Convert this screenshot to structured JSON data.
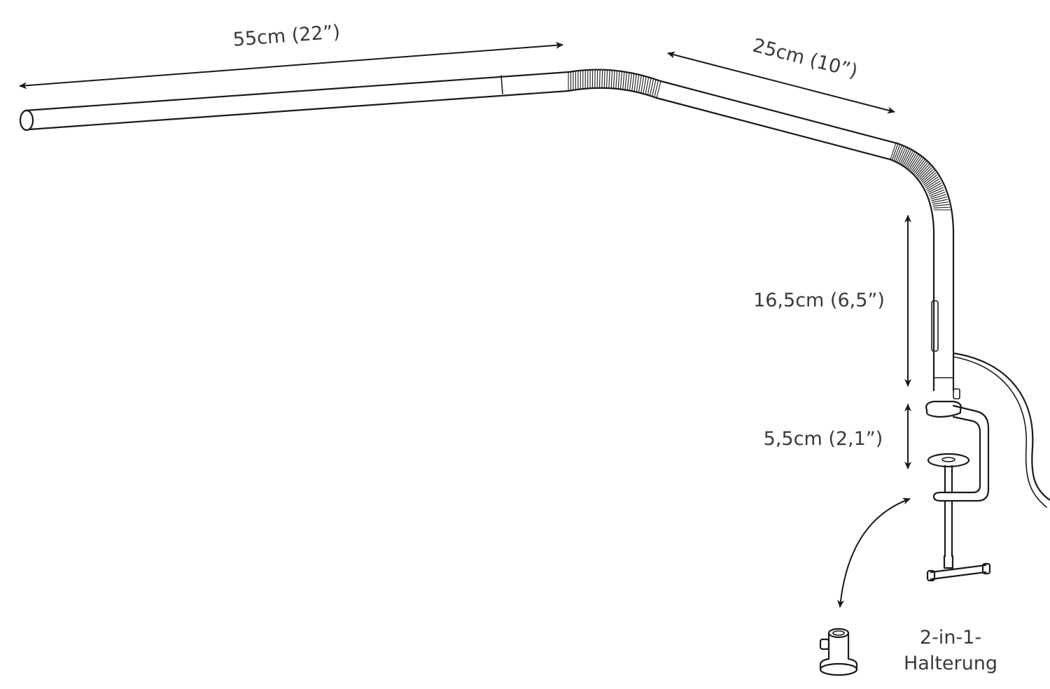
{
  "dimensions": {
    "arm_length": "55cm (22”)",
    "upper_arm_length": "25cm (10”)",
    "stem_height": "16,5cm (6,5”)",
    "clamp_height": "5,5cm (2,1”)"
  },
  "mount": {
    "label_line1": "2-in-1-",
    "label_line2": "Halterung"
  }
}
